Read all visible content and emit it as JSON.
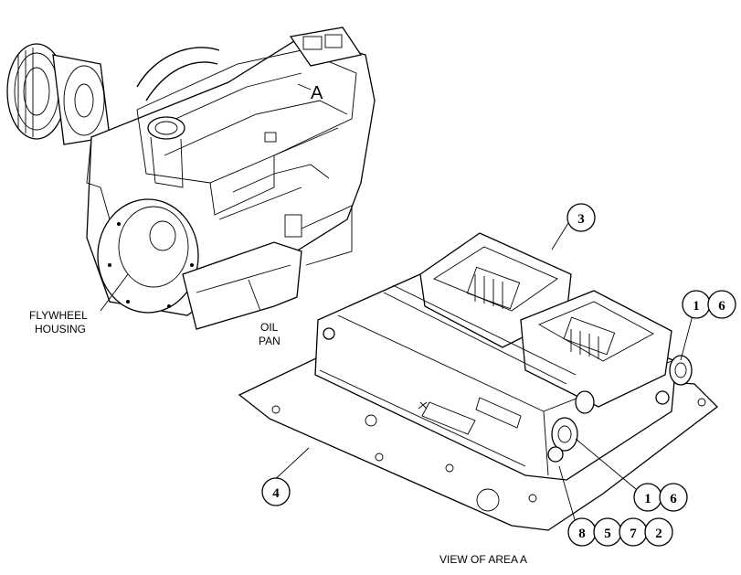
{
  "labels": {
    "flywheel_line1": "FLYWHEEL",
    "flywheel_line2": "HOUSING",
    "oil_line1": "OIL",
    "oil_line2": "PAN",
    "area_marker": "A",
    "view_caption": "VIEW OF AREA A"
  },
  "callouts": {
    "c3": "3",
    "c4": "4",
    "top_right": [
      "1",
      "6"
    ],
    "bottom_right": [
      "1",
      "6"
    ],
    "bottom": [
      "8",
      "5",
      "7",
      "2"
    ]
  }
}
